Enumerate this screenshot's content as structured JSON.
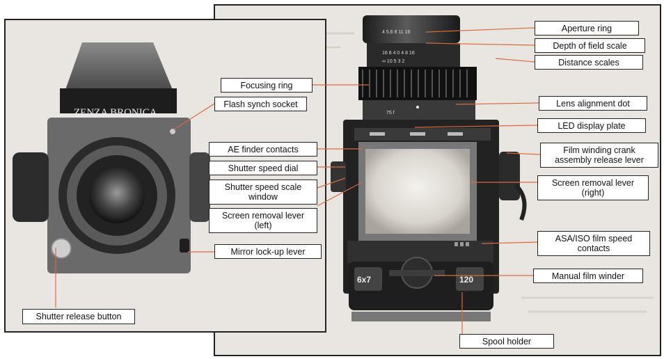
{
  "camera_front": {
    "brand_text": "ZENZA BRONICA"
  },
  "camera_back": {
    "winder_labels": {
      "format": "6x7",
      "film": "120"
    }
  },
  "callouts": {
    "focusing_ring": "Focusing ring",
    "flash_synch_socket": "Flash synch socket",
    "ae_finder_contacts": "AE finder contacts",
    "shutter_speed_dial": "Shutter speed dial",
    "shutter_speed_scale_window": "Shutter speed scale\nwindow",
    "screen_removal_lever_left": "Screen removal lever\n(left)",
    "mirror_lockup_lever": "Mirror lock-up lever",
    "shutter_release_button": "Shutter release button",
    "aperture_ring": "Aperture ring",
    "depth_of_field_scale": "Depth of field scale",
    "distance_scales": "Distance scales",
    "lens_alignment_dot": "Lens alignment dot",
    "led_display_plate": "LED display plate",
    "film_winding_crank": "Film winding crank\nassembly release lever",
    "screen_removal_lever_right": "Screen removal lever\n(right)",
    "asa_iso_contacts": "ASA/ISO film speed\ncontacts",
    "manual_film_winder": "Manual film winder",
    "spool_holder": "Spool holder"
  }
}
